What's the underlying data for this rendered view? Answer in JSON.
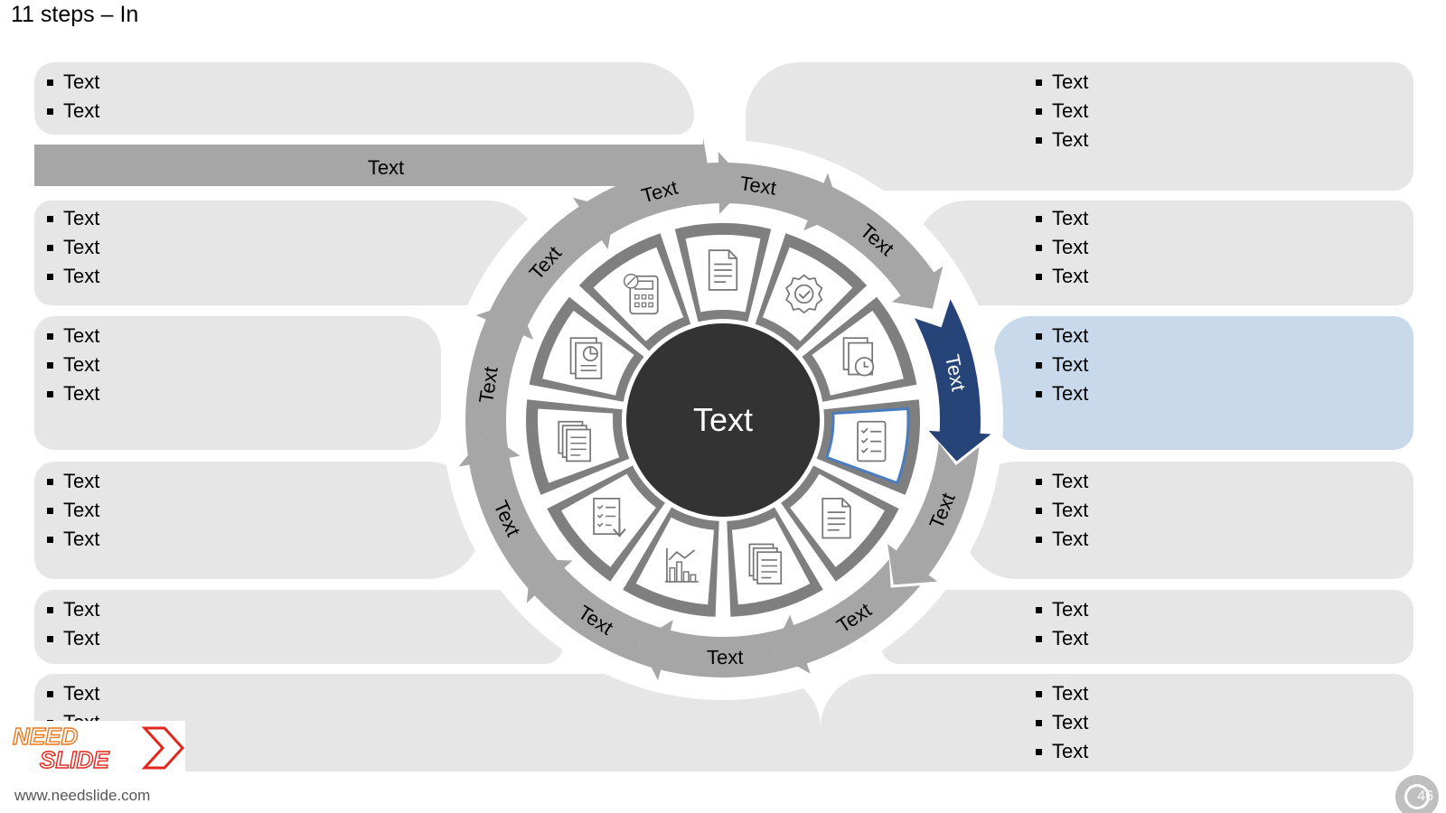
{
  "title": "11 steps – In",
  "top_arrow_label": "Text",
  "center_label": "Text",
  "ring_labels": [
    "Text",
    "Text",
    "Text",
    "Text",
    "Text",
    "Text",
    "Text",
    "Text",
    "Text",
    "Text",
    "Text"
  ],
  "left_panels": [
    {
      "items": [
        "Text",
        "Text"
      ]
    },
    {
      "items": [
        "Text",
        "Text",
        "Text"
      ]
    },
    {
      "items": [
        "Text",
        "Text",
        "Text"
      ]
    },
    {
      "items": [
        "Text",
        "Text",
        "Text"
      ]
    },
    {
      "items": [
        "Text",
        "Text"
      ]
    },
    {
      "items": [
        "Text",
        "Text"
      ]
    }
  ],
  "right_panels": [
    {
      "items": [
        "Text",
        "Text",
        "Text"
      ]
    },
    {
      "items": [
        "Text",
        "Text",
        "Text"
      ]
    },
    {
      "items": [
        "Text",
        "Text",
        "Text"
      ]
    },
    {
      "items": [
        "Text",
        "Text",
        "Text"
      ]
    },
    {
      "items": [
        "Text",
        "Text"
      ]
    },
    {
      "items": [
        "Text",
        "Text",
        "Text"
      ]
    }
  ],
  "highlight": {
    "ring_index": 2,
    "panel": "right-3"
  },
  "segment_icons": [
    "checklist-document-icon",
    "certificate-badge-icon",
    "document-clock-icon",
    "checklist-icon",
    "bar-chart-document-icon",
    "newspaper-icon",
    "bar-chart-icon",
    "checklist-download-icon",
    "documents-stack-icon",
    "pie-chart-document-icon",
    "calculator-icon"
  ],
  "colors": {
    "panel": "#e6e6e6",
    "highlight_panel": "#c9d9ec",
    "arrow": "#a6a6a6",
    "active_arrow": "#264478",
    "center": "#333333",
    "segment_border": "#7f7f7f",
    "active_border": "#4a7cc0"
  },
  "footer": {
    "logo_line1": "NEED",
    "logo_line2": "SLIDE",
    "url": "www.needslide.com",
    "page_number": "46"
  }
}
